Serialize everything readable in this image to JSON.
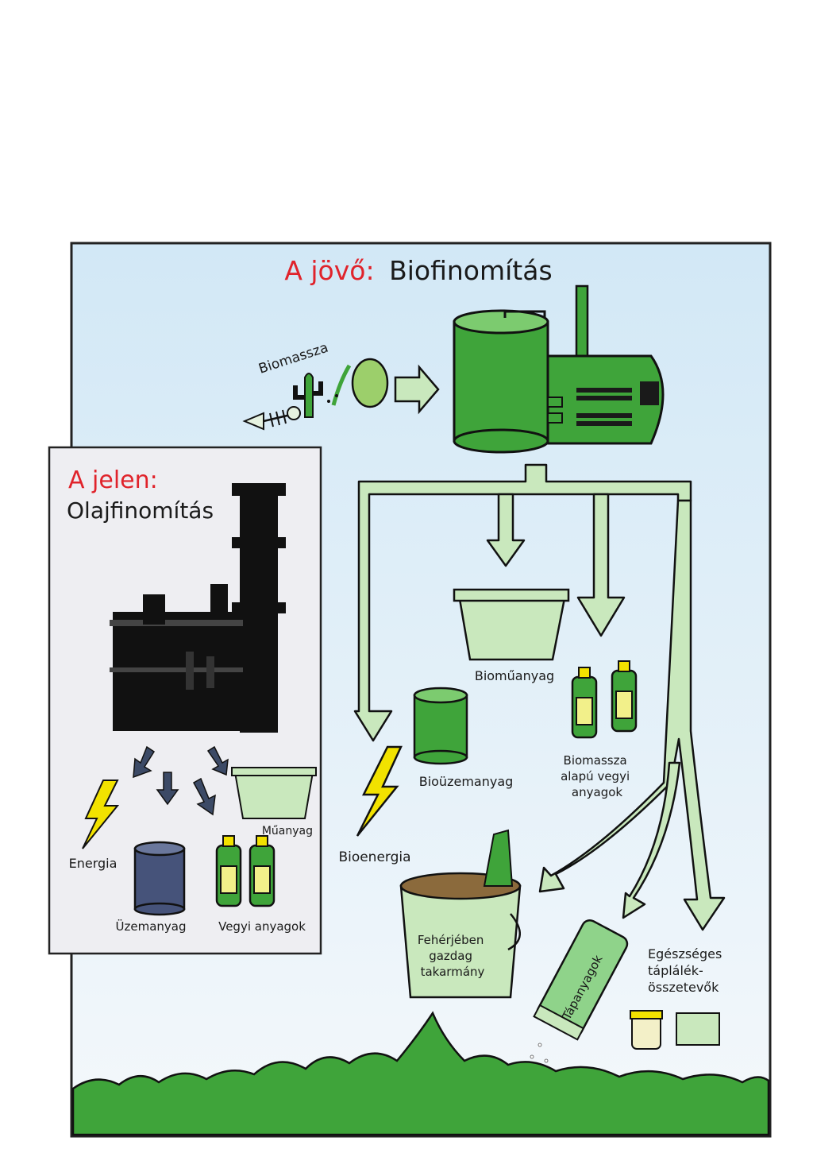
{
  "future": {
    "title_prefix": "A jövő:",
    "title_main": "Biofinomítás",
    "input_label": "Biomassza",
    "products": {
      "plastic": "Bioműanyag",
      "fuel": "Bioüzemanyag",
      "chemicals_1": "Biomassza",
      "chemicals_2": "alapú vegyi",
      "chemicals_3": "anyagok",
      "energy": "Bioenergia",
      "feed_1": "Fehérjében",
      "feed_2": "gazdag",
      "feed_3": "takarmány",
      "nutrients": "Tápanyagok",
      "health_1": "Egészséges",
      "health_2": "táplálék-",
      "health_3": "összetevők"
    }
  },
  "present": {
    "title_prefix": "A jelen:",
    "title_main": "Olajfinomítás",
    "products": {
      "plastic": "Műanyag",
      "energy": "Energia",
      "fuel": "Üzemanyag",
      "chemicals": "Vegyi anyagok"
    }
  },
  "colors": {
    "sky": "#d8ecf7",
    "present_panel": "#eeeef2",
    "accent_red": "#e0232b",
    "green_dark": "#3fa43a",
    "green_light": "#c9e8bd",
    "arrow_dark": "#3c4a66",
    "bolt_yellow": "#f2e200"
  }
}
